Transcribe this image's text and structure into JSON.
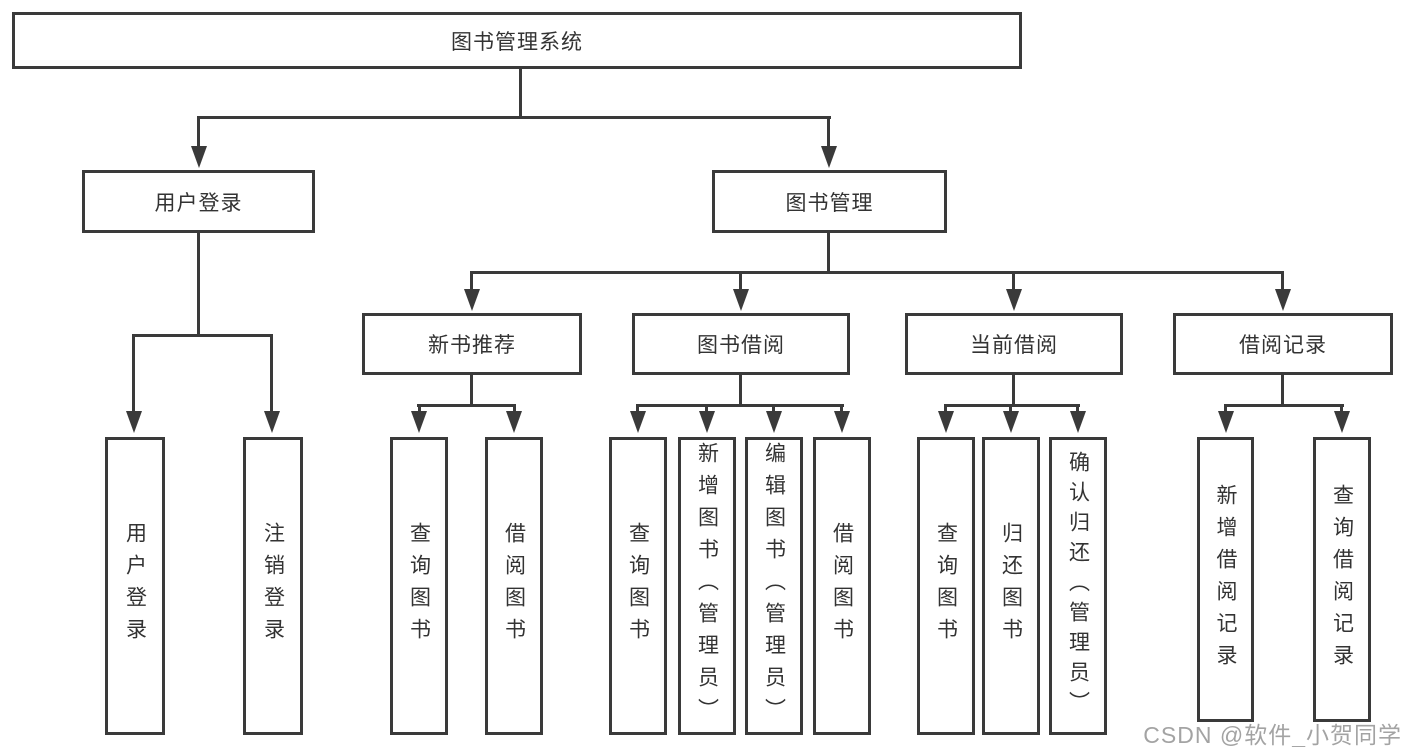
{
  "diagram": {
    "title": "图书管理系统",
    "level2": [
      {
        "label": "用户登录",
        "children": [
          {
            "label": "用户登录"
          },
          {
            "label": "注销登录"
          }
        ]
      },
      {
        "label": "图书管理",
        "children": [
          {
            "label": "新书推荐",
            "children": [
              {
                "label": "查询图书"
              },
              {
                "label": "借阅图书"
              }
            ]
          },
          {
            "label": "图书借阅",
            "children": [
              {
                "label": "查询图书"
              },
              {
                "label": "新增图书（管理员）"
              },
              {
                "label": "编辑图书（管理员）"
              },
              {
                "label": "借阅图书"
              }
            ]
          },
          {
            "label": "当前借阅",
            "children": [
              {
                "label": "查询图书"
              },
              {
                "label": "归还图书"
              },
              {
                "label": "确认归还（管理员）"
              }
            ]
          },
          {
            "label": "借阅记录",
            "children": [
              {
                "label": "新增借阅记录"
              },
              {
                "label": "查询借阅记录"
              }
            ]
          }
        ]
      }
    ]
  },
  "watermark": {
    "text": "CSDN @软件_小贺同学"
  },
  "colors": {
    "line": "#3a3a3a",
    "text": "#333333",
    "background": "#ffffff",
    "watermark": "#9c9c9c"
  }
}
